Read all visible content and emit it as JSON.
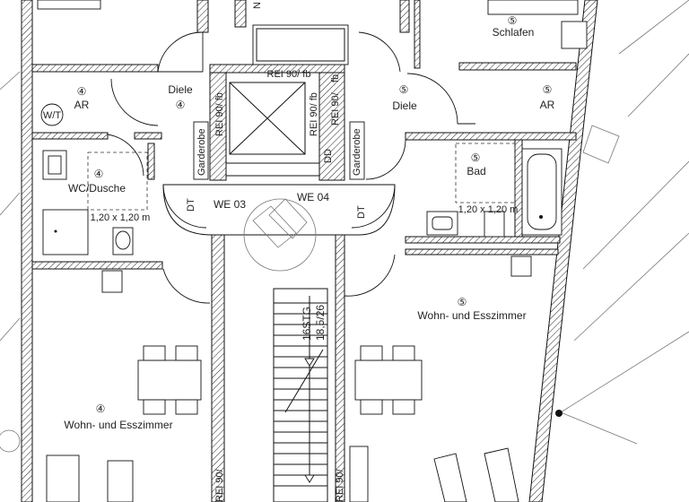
{
  "plan": {
    "rooms": [
      {
        "num": "④",
        "name": "AR"
      },
      {
        "num": "④",
        "name": "Diele"
      },
      {
        "num": "④",
        "name": "WC/Dusche",
        "size": "1,20 x 1,20 m"
      },
      {
        "num": "④",
        "name": "Wohn- und Esszimmer"
      },
      {
        "num": "⑤",
        "name": "Schlafen"
      },
      {
        "num": "⑤",
        "name": "Diele"
      },
      {
        "num": "⑤",
        "name": "AR"
      },
      {
        "num": "⑤",
        "name": "Bad",
        "size": "1,20 x 1,20 m"
      },
      {
        "num": "⑤",
        "name": "Wohn- und Esszimmer"
      }
    ],
    "units": {
      "left": "WE 03",
      "right": "WE 04"
    },
    "labels": {
      "dt": "DT",
      "dd": "DD",
      "garderobe": "Garderobe",
      "rei_fb": "REI 90/ fb",
      "rei_90": "REI 90/",
      "fb": "fb",
      "wt": "W/T",
      "stair_a": "16STG",
      "stair_b": "18,5/26",
      "top_n": "N"
    }
  }
}
